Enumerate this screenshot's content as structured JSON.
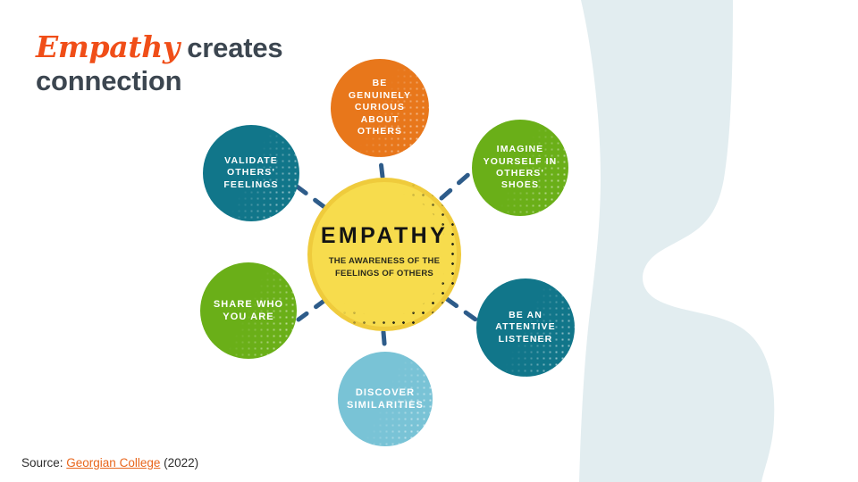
{
  "slide": {
    "title": {
      "emphasis": "Empathy",
      "rest": " creates",
      "line2": "connection"
    },
    "source": {
      "prefix": "Source: ",
      "link_text": "Georgian College",
      "suffix": " (2022)"
    }
  },
  "diagram": {
    "center": {
      "title": "EMPATHY",
      "subtitle": "THE AWARENESS OF THE\nFEELINGS OF OTHERS",
      "color": "#F7DC4D",
      "ring_color": "#EFCB3C"
    },
    "nodes": [
      {
        "id": "curious",
        "label": "BE\nGENUINELY\nCURIOUS\nABOUT\nOTHERS",
        "color": "#E8771B"
      },
      {
        "id": "imagine",
        "label": "IMAGINE\nYOURSELF IN\nOTHERS'\nSHOES",
        "color": "#6AAF18"
      },
      {
        "id": "listener",
        "label": "BE AN\nATTENTIVE\nLISTENER",
        "color": "#11768A"
      },
      {
        "id": "discover",
        "label": "DISCOVER\nSIMILARITIES",
        "color": "#79C3D6"
      },
      {
        "id": "share",
        "label": "SHARE WHO\nYOU ARE",
        "color": "#6AAF18"
      },
      {
        "id": "validate",
        "label": "VALIDATE\nOTHERS'\nFEELINGS",
        "color": "#11768A"
      }
    ],
    "connector_color": "#2E5C8A"
  },
  "background": {
    "wave_color": "#E2EDF0"
  },
  "colors": {
    "title_accent": "#F04E18",
    "title_text": "#3C4650",
    "link": "#E8661C"
  }
}
